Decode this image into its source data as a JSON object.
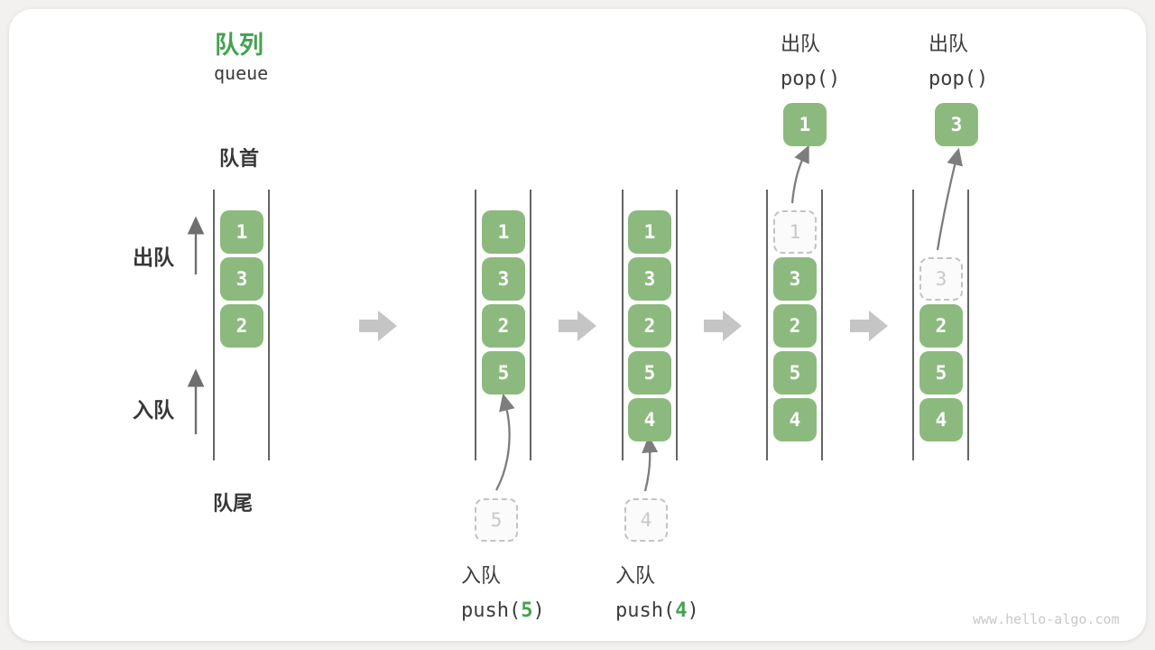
{
  "title": {
    "zh": "队列",
    "en": "queue"
  },
  "labels": {
    "front": "队首",
    "rear": "队尾",
    "dequeue_side": "出队",
    "enqueue_side": "入队"
  },
  "columns": [
    {
      "cells": [
        "1",
        "3",
        "2"
      ]
    },
    {
      "cells": [
        "1",
        "3",
        "2",
        "5"
      ]
    },
    {
      "cells": [
        "1",
        "3",
        "2",
        "5",
        "4"
      ]
    },
    {
      "dashed_cell": "1",
      "cells": [
        "3",
        "2",
        "5",
        "4"
      ]
    },
    {
      "dashed_cell": "3",
      "cells": [
        "2",
        "5",
        "4"
      ]
    }
  ],
  "enqueue_ops": [
    {
      "label": "入队",
      "code_prefix": "push(",
      "arg": "5",
      "code_suffix": ")",
      "pending": "5"
    },
    {
      "label": "入队",
      "code_prefix": "push(",
      "arg": "4",
      "code_suffix": ")",
      "pending": "4"
    }
  ],
  "dequeue_ops": [
    {
      "label": "出队",
      "code": "pop()",
      "popped": "1"
    },
    {
      "label": "出队",
      "code": "pop()",
      "popped": "3"
    }
  ],
  "watermark": "www.hello-algo.com",
  "colors": {
    "box_green": "#8cba7e",
    "accent_green": "#44a24e",
    "block_arrow_gray": "#c5c5c5",
    "thin_arrow_gray": "#6f6f6f",
    "curve_arrow_gray": "#7d7d7d",
    "column_line": "#3e3e3e",
    "text_dark": "#3d3d3d",
    "dashed_border": "#c3c3c3",
    "dashed_text": "#c8c8c8",
    "watermark_gray": "#c9c9c9",
    "card_bg": "#ffffff",
    "page_bg": "#f2f1ef"
  }
}
